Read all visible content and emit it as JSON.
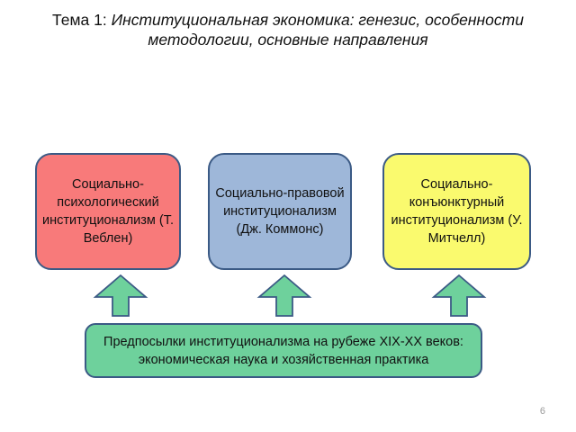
{
  "title": {
    "label": "Тема 1: ",
    "text": "Институциональная экономика: генезис, особенности методологии, основные направления"
  },
  "boxes": [
    {
      "text": "Социально-психологический институционализм (Т. Веблен)",
      "color": "#f87a7a"
    },
    {
      "text": "Социально-правовой институционализм (Дж. Коммонс)",
      "color": "#9eb7d9"
    },
    {
      "text": "Социально-конъюнктурный институционализм (У. Митчелл)",
      "color": "#fafa6e"
    }
  ],
  "base_box": {
    "text": "Предпосылки институционализма на рубеже XIX-XX веков: экономическая наука и хозяйственная практика",
    "color": "#6ed19c"
  },
  "arrow_color": "#6ed19c",
  "page_number": "6"
}
